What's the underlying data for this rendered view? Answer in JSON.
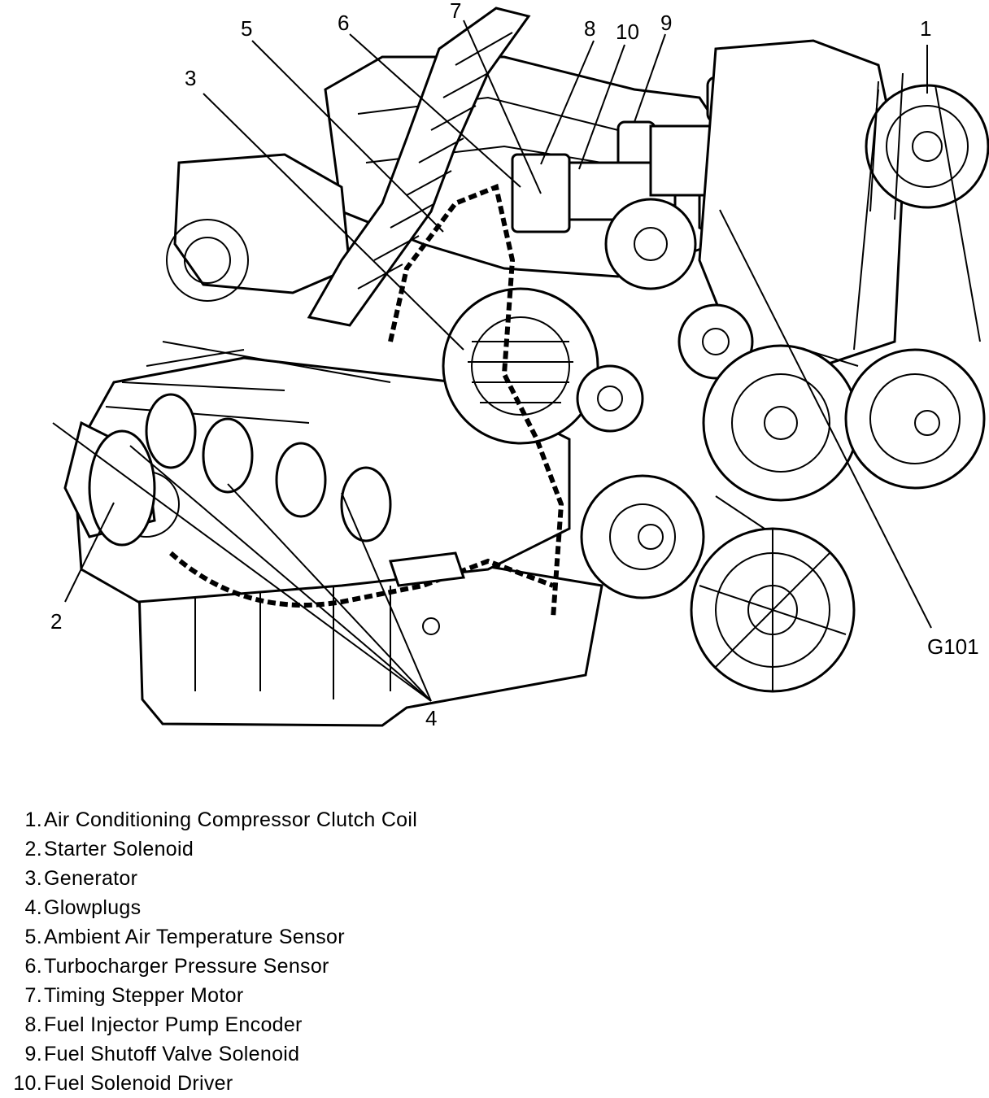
{
  "callouts": {
    "c1": "1",
    "c2": "2",
    "c3": "3",
    "c4": "4",
    "c5": "5",
    "c6": "6",
    "c7": "7",
    "c8": "8",
    "c9": "9",
    "c10": "10",
    "g101": "G101"
  },
  "legend": [
    {
      "num": "1.",
      "label": "Air Conditioning Compressor Clutch Coil"
    },
    {
      "num": "2.",
      "label": "Starter Solenoid"
    },
    {
      "num": "3.",
      "label": "Generator"
    },
    {
      "num": "4.",
      "label": "Glowplugs"
    },
    {
      "num": "5.",
      "label": "Ambient Air Temperature Sensor"
    },
    {
      "num": "6.",
      "label": "Turbocharger Pressure Sensor"
    },
    {
      "num": "7.",
      "label": "Timing Stepper Motor"
    },
    {
      "num": "8.",
      "label": "Fuel Injector Pump Encoder"
    },
    {
      "num": "9.",
      "label": "Fuel Shutoff Valve Solenoid"
    },
    {
      "num": "10.",
      "label": "Fuel Solenoid Driver"
    }
  ]
}
